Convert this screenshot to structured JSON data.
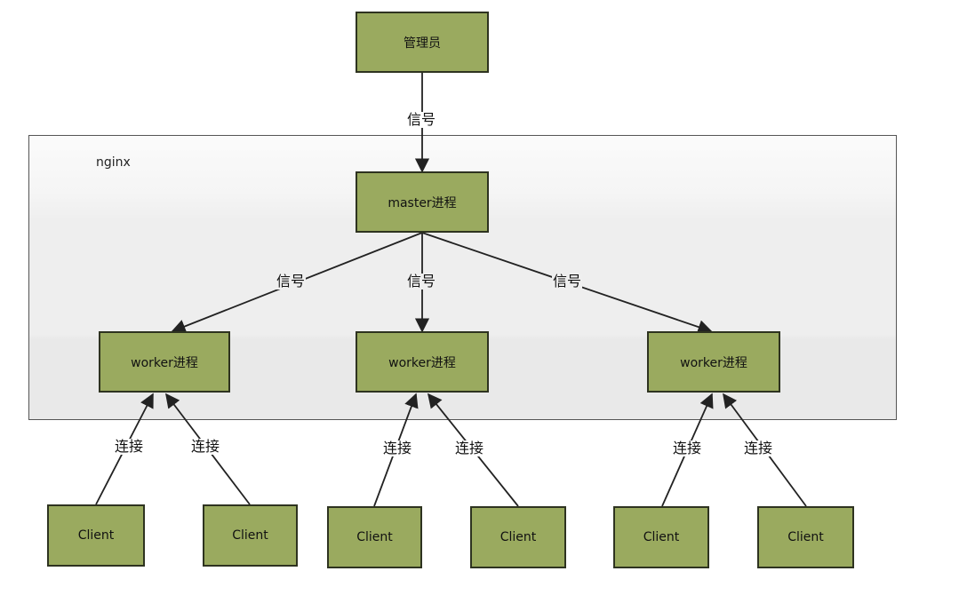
{
  "admin": {
    "label": "管理员"
  },
  "admin_signal": {
    "label": "信号"
  },
  "nginx": {
    "label": "nginx",
    "master": {
      "label": "master进程"
    },
    "signals": [
      {
        "label": "信号"
      },
      {
        "label": "信号"
      },
      {
        "label": "信号"
      }
    ],
    "workers": [
      {
        "label": "worker进程"
      },
      {
        "label": "worker进程"
      },
      {
        "label": "worker进程"
      }
    ]
  },
  "connections": [
    {
      "label": "连接"
    },
    {
      "label": "连接"
    },
    {
      "label": "连接"
    },
    {
      "label": "连接"
    },
    {
      "label": "连接"
    },
    {
      "label": "连接"
    }
  ],
  "clients": [
    {
      "label": "Client"
    },
    {
      "label": "Client"
    },
    {
      "label": "Client"
    },
    {
      "label": "Client"
    },
    {
      "label": "Client"
    },
    {
      "label": "Client"
    }
  ],
  "colors": {
    "node_fill": "#9aaa5f",
    "node_border": "#2e3320",
    "edge": "#222222"
  }
}
